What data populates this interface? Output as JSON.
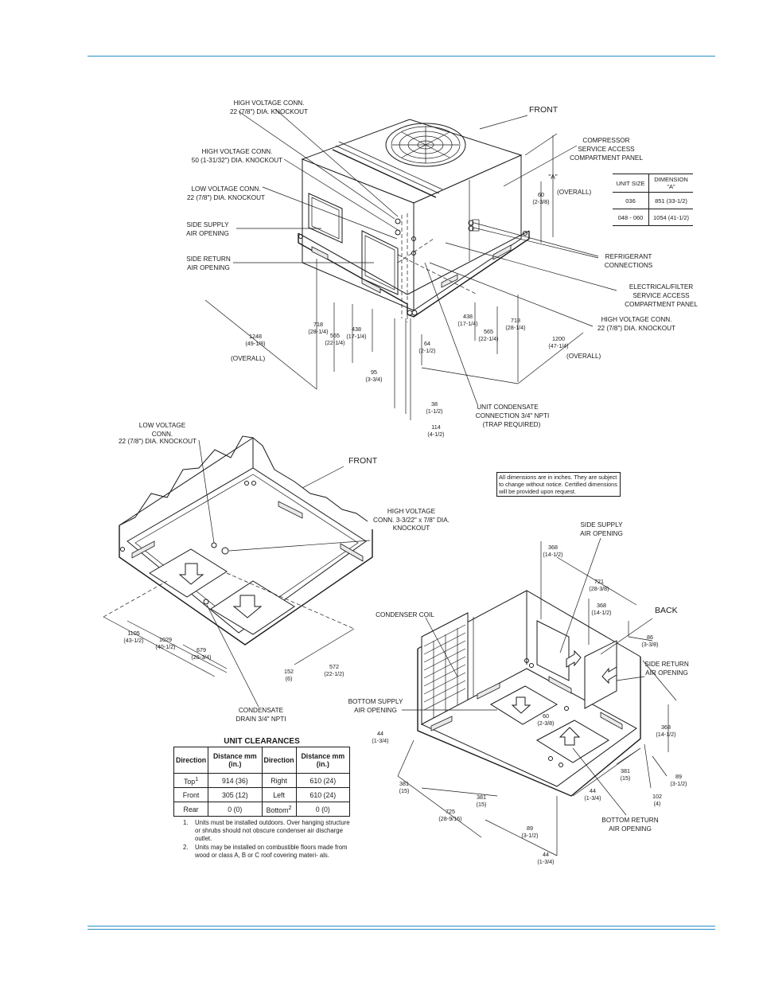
{
  "top_diagram": {
    "labels": {
      "hv_conn_top_1": "HIGH VOLTAGE CONN.",
      "hv_conn_top_2": "22 (7/8\") DIA. KNOCKOUT",
      "hv_conn_50_1": "HIGH VOLTAGE CONN.",
      "hv_conn_50_2": "50 (1-31/32\") DIA. KNOCKOUT",
      "lv_conn_1": "LOW VOLTAGE CONN.",
      "lv_conn_2": "22 (7/8\") DIA. KNOCKOUT",
      "side_supply_1": "SIDE SUPPLY",
      "side_supply_2": "AIR OPENING",
      "side_return_1": "SIDE RETURN",
      "side_return_2": "AIR OPENING",
      "front": "FRONT",
      "compressor_1": "COMPRESSOR",
      "compressor_2": "SERVICE ACCESS",
      "compressor_3": "COMPARTMENT PANEL",
      "a_mark": "\"A\"",
      "overall_a": "(OVERALL)",
      "refrig_1": "REFRIGERANT",
      "refrig_2": "CONNECTIONS",
      "elec_1": "ELECTRICAL/FILTER",
      "elec_2": "SERVICE ACCESS",
      "elec_3": "COMPARTMENT PANEL",
      "hv_right_1": "HIGH VOLTAGE CONN.",
      "hv_right_2": "22 (7/8\") DIA. KNOCKOUT",
      "condensate_1": "UNIT CONDENSATE",
      "condensate_2": "CONNECTION 3/4\" NPTI",
      "condensate_3": "(TRAP REQUIRED)",
      "overall_left": "(OVERALL)",
      "overall_right": "(OVERALL)"
    },
    "dims": {
      "d60": "60",
      "d60_in": "(2-3/8)",
      "d1248": "1248",
      "d1248_in": "(49-1/8)",
      "d718a": "718",
      "d718a_in": "(28-1/4)",
      "d565a": "565",
      "d565a_in": "(22-1/4)",
      "d438a": "438",
      "d438a_in": "(17-1/4)",
      "d95": "95",
      "d95_in": "(3-3/4)",
      "d64": "64",
      "d64_in": "(2-1/2)",
      "d438b": "438",
      "d438b_in": "(17-1/4)",
      "d565b": "565",
      "d565b_in": "(22-1/4)",
      "d718b": "718",
      "d718b_in": "(28-1/4)",
      "d1200": "1200",
      "d1200_in": "(47-1/4)",
      "d38": "38",
      "d38_in": "(1-1/2)",
      "d114": "114",
      "d114_in": "(4-1/2)"
    }
  },
  "dimension_table": {
    "header_unit": "UNIT SIZE",
    "header_dim_1": "DIMENSION",
    "header_dim_2": "\"A\"",
    "rows": [
      {
        "unit": "036",
        "dim": "851 (33-1/2)"
      },
      {
        "unit": "048 - 060",
        "dim": "1054 (41-1/2)"
      }
    ]
  },
  "bottom_left_diagram": {
    "labels": {
      "lv_1": "LOW VOLTAGE",
      "lv_2": "CONN.",
      "lv_3": "22 (7/8\") DIA. KNOCKOUT",
      "front": "FRONT",
      "hv_1": "HIGH VOLTAGE",
      "hv_2": "CONN. 3-3/22\" x 7/8\" DIA.",
      "hv_3": "KNOCKOUT",
      "drain_1": "CONDENSATE",
      "drain_2": "DRAIN 3/4\" NPTI"
    },
    "dims": {
      "d1105": "1105",
      "d1105_in": "(43-1/2)",
      "d1029": "1029",
      "d1029_in": "(40-1/2)",
      "d679": "679",
      "d679_in": "(26-3/4)",
      "d152": "152",
      "d152_in": "(6)",
      "d572": "572",
      "d572_in": "(22-1/2)"
    }
  },
  "note_box": "All dimensions are in inches. They are subject to change without notice. Certified dimensions will be provided upon request.",
  "bottom_right_diagram": {
    "labels": {
      "side_supply_1": "SIDE SUPPLY",
      "side_supply_2": "AIR OPENING",
      "back": "BACK",
      "side_return_1": "SIDE RETURN",
      "side_return_2": "AIR OPENING",
      "condenser": "CONDENSER COIL",
      "bottom_supply_1": "BOTTOM SUPPLY",
      "bottom_supply_2": "AIR OPENING",
      "bottom_return_1": "BOTTOM RETURN",
      "bottom_return_2": "AIR OPENING"
    },
    "dims": {
      "d368a": "368",
      "d368a_in": "(14-1/2)",
      "d721": "721",
      "d721_in": "(28-3/8)",
      "d368b": "368",
      "d368b_in": "(14-1/2)",
      "d86": "86",
      "d86_in": "(3-3/8)",
      "d60": "60",
      "d60_in": "(2-3/8)",
      "d44a": "44",
      "d44a_in": "(1-3/4)",
      "d368c": "368",
      "d368c_in": "(14-1/2)",
      "d381a": "381",
      "d381a_in": "(15)",
      "d381b": "381",
      "d381b_in": "(15)",
      "d381c": "381",
      "d381c_in": "(15)",
      "d725": "725",
      "d725_in": "(28-9/16)",
      "d44b": "44",
      "d44b_in": "(1-3/4)",
      "d102": "102",
      "d102_in": "(4)",
      "d89a": "89",
      "d89a_in": "(3-1/2)",
      "d89b": "89",
      "d89b_in": "(3-1/2)",
      "d44c": "44",
      "d44c_in": "(1-3/4)"
    }
  },
  "clearances": {
    "title": "UNIT CLEARANCES",
    "headers": [
      "Direction",
      "Distance mm (in.)",
      "Direction",
      "Distance mm (in.)"
    ],
    "rows": [
      {
        "d1": "Top",
        "sup1": "1",
        "v1": "914 (36)",
        "d2": "Right",
        "sup2": "",
        "v2": "610 (24)"
      },
      {
        "d1": "Front",
        "sup1": "",
        "v1": "305 (12)",
        "d2": "Left",
        "sup2": "",
        "v2": "610 (24)"
      },
      {
        "d1": "Rear",
        "sup1": "",
        "v1": "0 (0)",
        "d2": "Bottom",
        "sup2": "2",
        "v2": "0 (0)"
      }
    ],
    "notes": [
      {
        "num": "1.",
        "text": "Units must be installed outdoors. Over hanging structure or shrubs should not obscure condenser air discharge outlet."
      },
      {
        "num": "2.",
        "text": "Units may be installed on combustible floors made from wood or class A, B or C roof covering materi- als."
      }
    ]
  }
}
